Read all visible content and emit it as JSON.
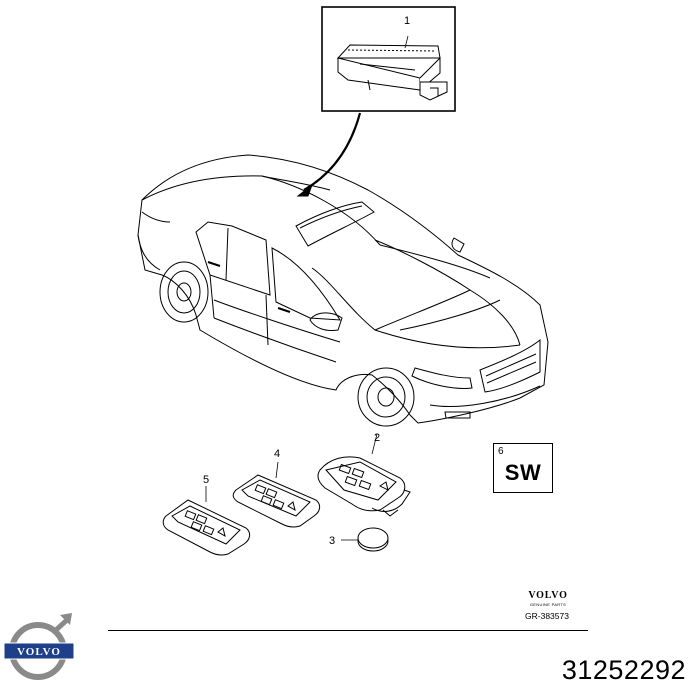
{
  "callouts": {
    "c1": "1",
    "c2": "2",
    "c3": "3",
    "c4": "4",
    "c5": "5",
    "c6": "6"
  },
  "sw_label": "SW",
  "brand": {
    "name": "VOLVO",
    "tagline": "GENUINE PARTS",
    "reference": "GR-383573"
  },
  "logo_text": "VOLVO",
  "part_number": "31252292",
  "colors": {
    "line": "#000000",
    "logo_blue": "#1e3f8a",
    "logo_gray": "#8a8a8a"
  }
}
